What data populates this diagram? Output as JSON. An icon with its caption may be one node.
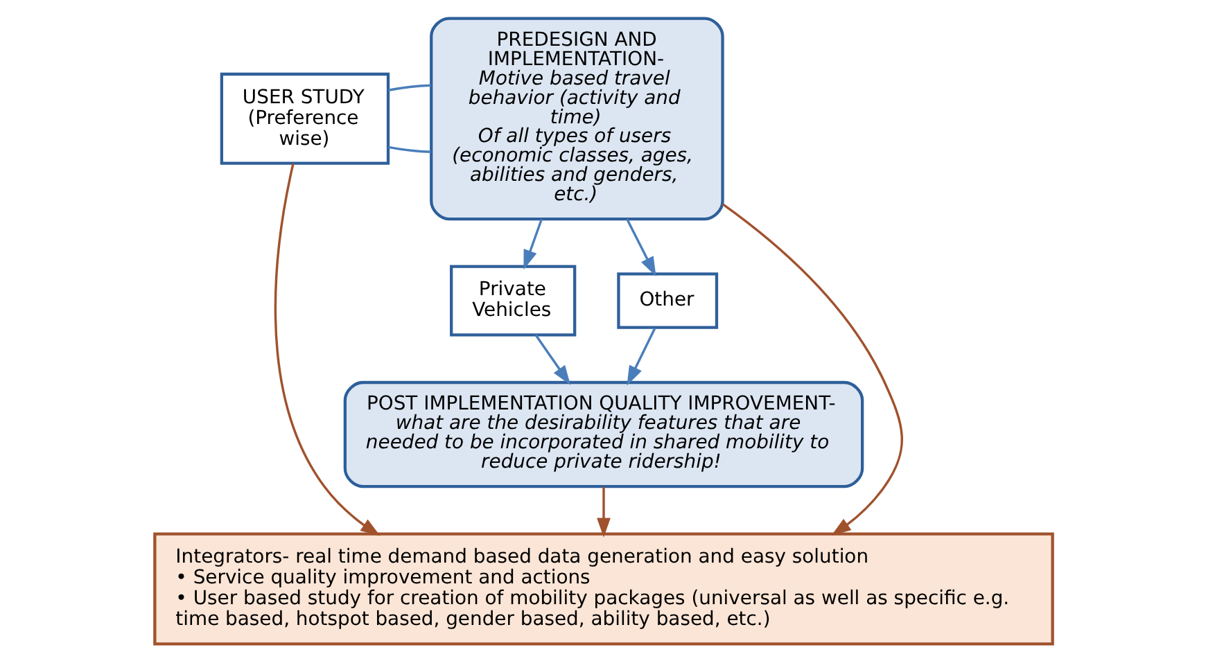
{
  "diagram": {
    "nodes": [
      {
        "text": [
          "USER STUDY",
          "(Preference wise)"
        ]
      },
      {
        "text": [
          "PREDESIGN AND IMPLEMENTATION-",
          "Motive based travel behavior (activity and time)",
          "Of all types of users (economic classes, ages, abilities and genders, etc.)"
        ]
      },
      {
        "text": [
          "Private Vehicles"
        ]
      },
      {
        "text": [
          "POST IMPLEMENTATION QUALITY IMPROVEMENT-",
          "what are the desirability features that are needed to be incorporated in shared mobility to reduce private ridership!"
        ]
      },
      {
        "text": [
          "Other"
        ]
      },
      {
        "text": [
          "Integrators- real time demand based data generation and easy solution",
          "• Service quality improvement and actions",
          "• User based study for creation of mobility packages (universal as well as specific e.g. time based, hotspot based, gender based, ability based, etc.)"
        ]
      }
    ],
    "edges": [
      {
        "from": 0,
        "to": 1,
        "arrow": "none"
      },
      {
        "from": 0,
        "to": 1,
        "arrow": "none"
      },
      {
        "from": 1,
        "to": 2,
        "arrow": "to"
      },
      {
        "from": 1,
        "to": 4,
        "arrow": "to"
      },
      {
        "from": 2,
        "to": 3,
        "arrow": "to"
      },
      {
        "from": 4,
        "to": 3,
        "arrow": "to"
      },
      {
        "from": 0,
        "to": 5,
        "arrow": "to",
        "color": "#a0522d"
      },
      {
        "from": 1,
        "to": 5,
        "arrow": "to",
        "color": "#a0522d"
      },
      {
        "from": 3,
        "to": 5,
        "arrow": "to",
        "color": "#a0522d"
      }
    ]
  }
}
